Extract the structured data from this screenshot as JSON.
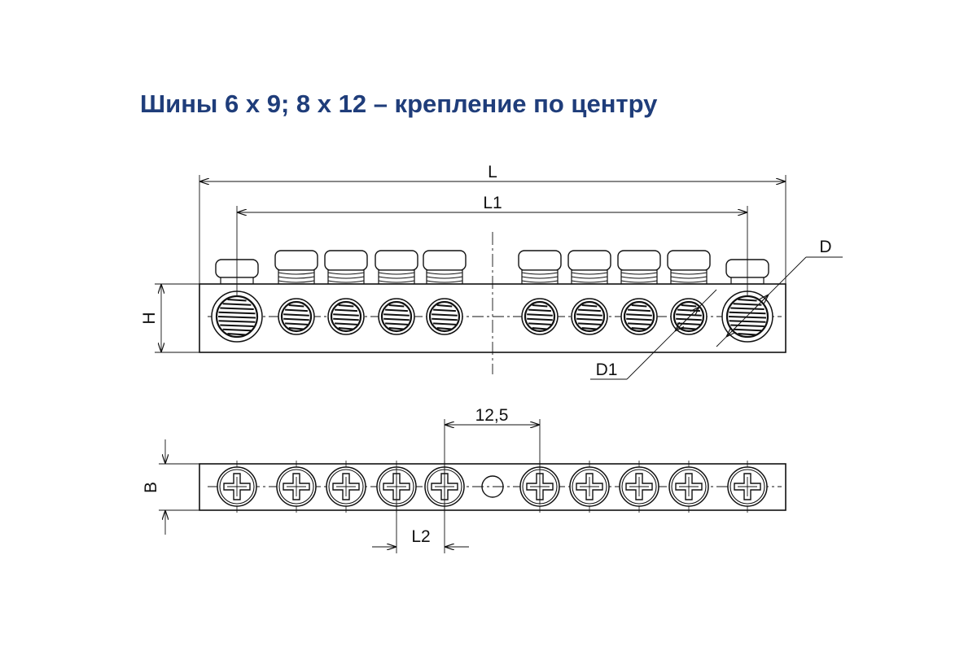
{
  "title": "Шины 6 х 9; 8 х 12 – крепление по центру",
  "colors": {
    "title": "#1f3d7a",
    "line": "#111111",
    "background": "#ffffff"
  },
  "front_view": {
    "screw_count": 10,
    "dimensions": {
      "overall_length": "L",
      "outer_hole_spacing": "L1",
      "height": "H",
      "large_hole": "D",
      "small_hole": "D1"
    }
  },
  "top_view": {
    "screw_count": 10,
    "dimensions": {
      "pitch": "12,5",
      "spacing": "L2",
      "width": "B"
    }
  }
}
